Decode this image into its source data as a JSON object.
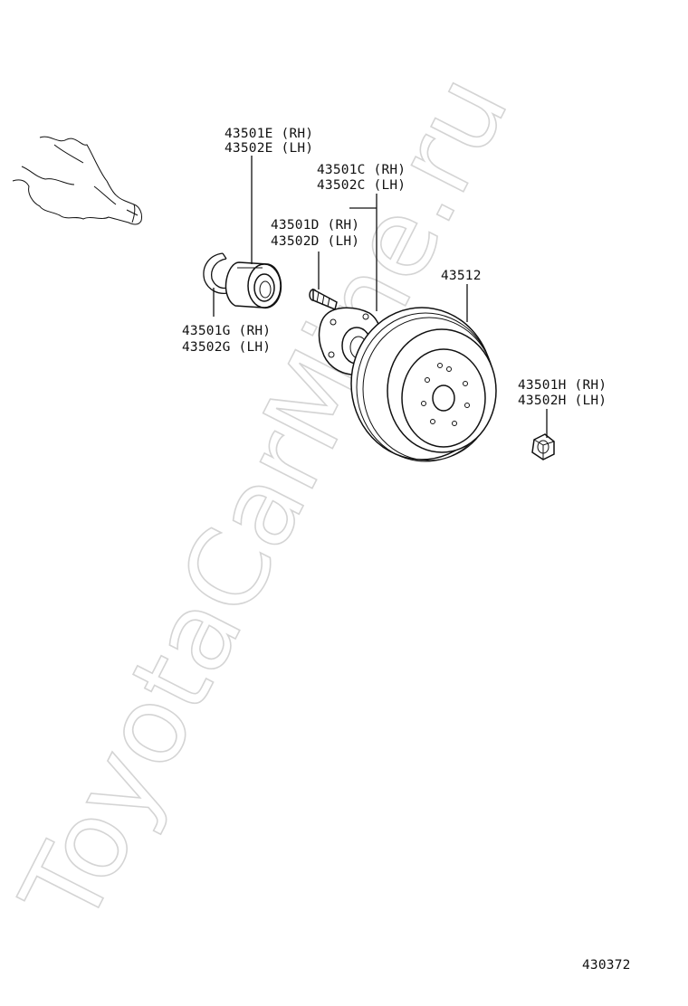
{
  "watermark": "ToyotaCarMine.ru",
  "diagram_code": "430372",
  "parts": {
    "hub_bearing": {
      "rh": "43501E (RH)",
      "lh": "43502E (LH)"
    },
    "axle_hub": {
      "rh": "43501C (RH)",
      "lh": "43502C (LH)"
    },
    "hub_bolt": {
      "rh": "43501D (RH)",
      "lh": "43502D (LH)"
    },
    "snap_ring": {
      "rh": "43501G (RH)",
      "lh": "43502G (LH)"
    },
    "disc": {
      "number": "43512"
    },
    "hub_nut": {
      "rh": "43501H (RH)",
      "lh": "43502H (LH)"
    }
  },
  "icons": [
    "drive-shaft-icon",
    "snap-ring-icon",
    "bearing-icon",
    "hub-bolt-icon",
    "axle-hub-icon",
    "brake-disc-icon",
    "hub-nut-icon"
  ]
}
